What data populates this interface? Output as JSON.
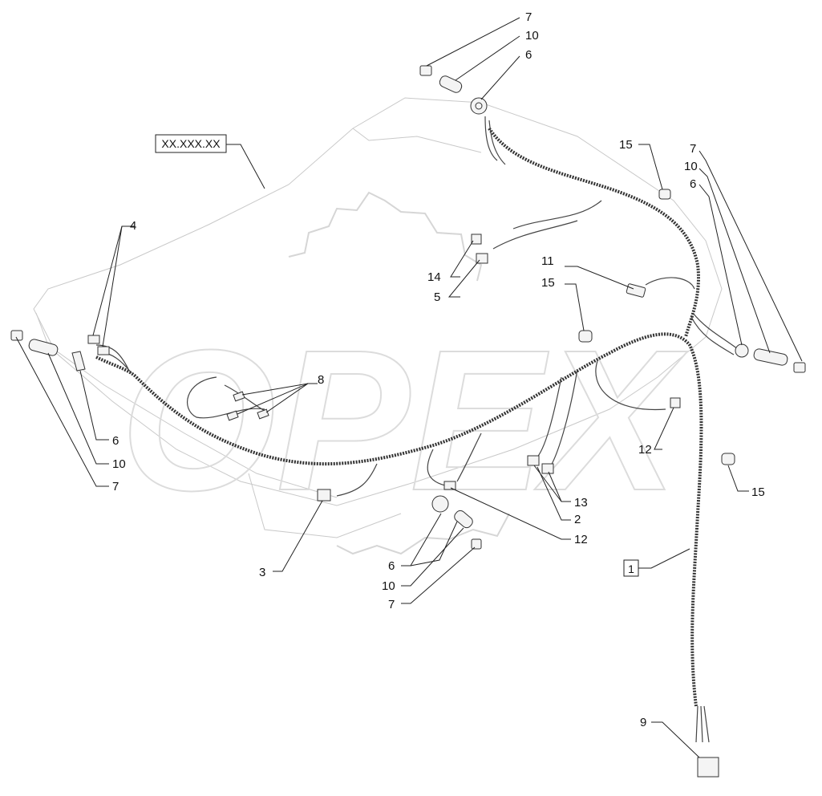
{
  "diagram": {
    "reference_box": "XX.XXX.XX",
    "part_box": "1",
    "labels": {
      "p2": "2",
      "p3": "3",
      "p4": "4",
      "p5": "5",
      "p6_top": "6",
      "p6_right": "6",
      "p6_left": "6",
      "p6_bottom": "6",
      "p7_top": "7",
      "p7_right": "7",
      "p7_left": "7",
      "p7_bottom": "7",
      "p8": "8",
      "p9": "9",
      "p10_top": "10",
      "p10_right": "10",
      "p10_left": "10",
      "p10_bottom": "10",
      "p11": "11",
      "p12_right": "12",
      "p12_bottom": "12",
      "p13": "13",
      "p14": "14",
      "p15_top": "15",
      "p15_mid": "15",
      "p15_right": "15"
    },
    "watermark_text": "OPEX"
  }
}
